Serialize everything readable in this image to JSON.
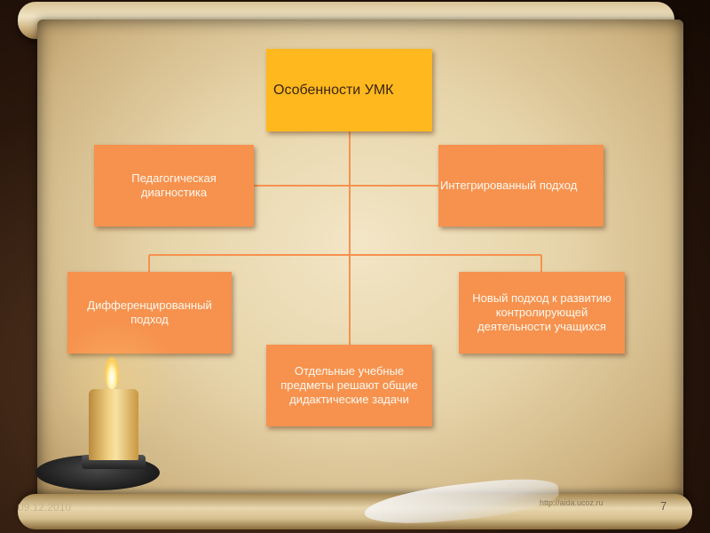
{
  "diagram": {
    "root": "Особенности УМК",
    "nodes": [
      "Педагогическая диагностика",
      "Интегрированный подход",
      "Дифференцированный подход",
      "Отдельные учебные предметы решают общие дидактические задачи",
      "Новый подход к развитию контролирующей деятельности учащихся"
    ]
  },
  "footer": {
    "date": "09.12.2010",
    "url": "http://aida.ucoz.ru",
    "slide_number": "7"
  },
  "colors": {
    "root_fill": "#ffb81e",
    "node_fill": "#f6924e",
    "connector": "#f6924e"
  }
}
